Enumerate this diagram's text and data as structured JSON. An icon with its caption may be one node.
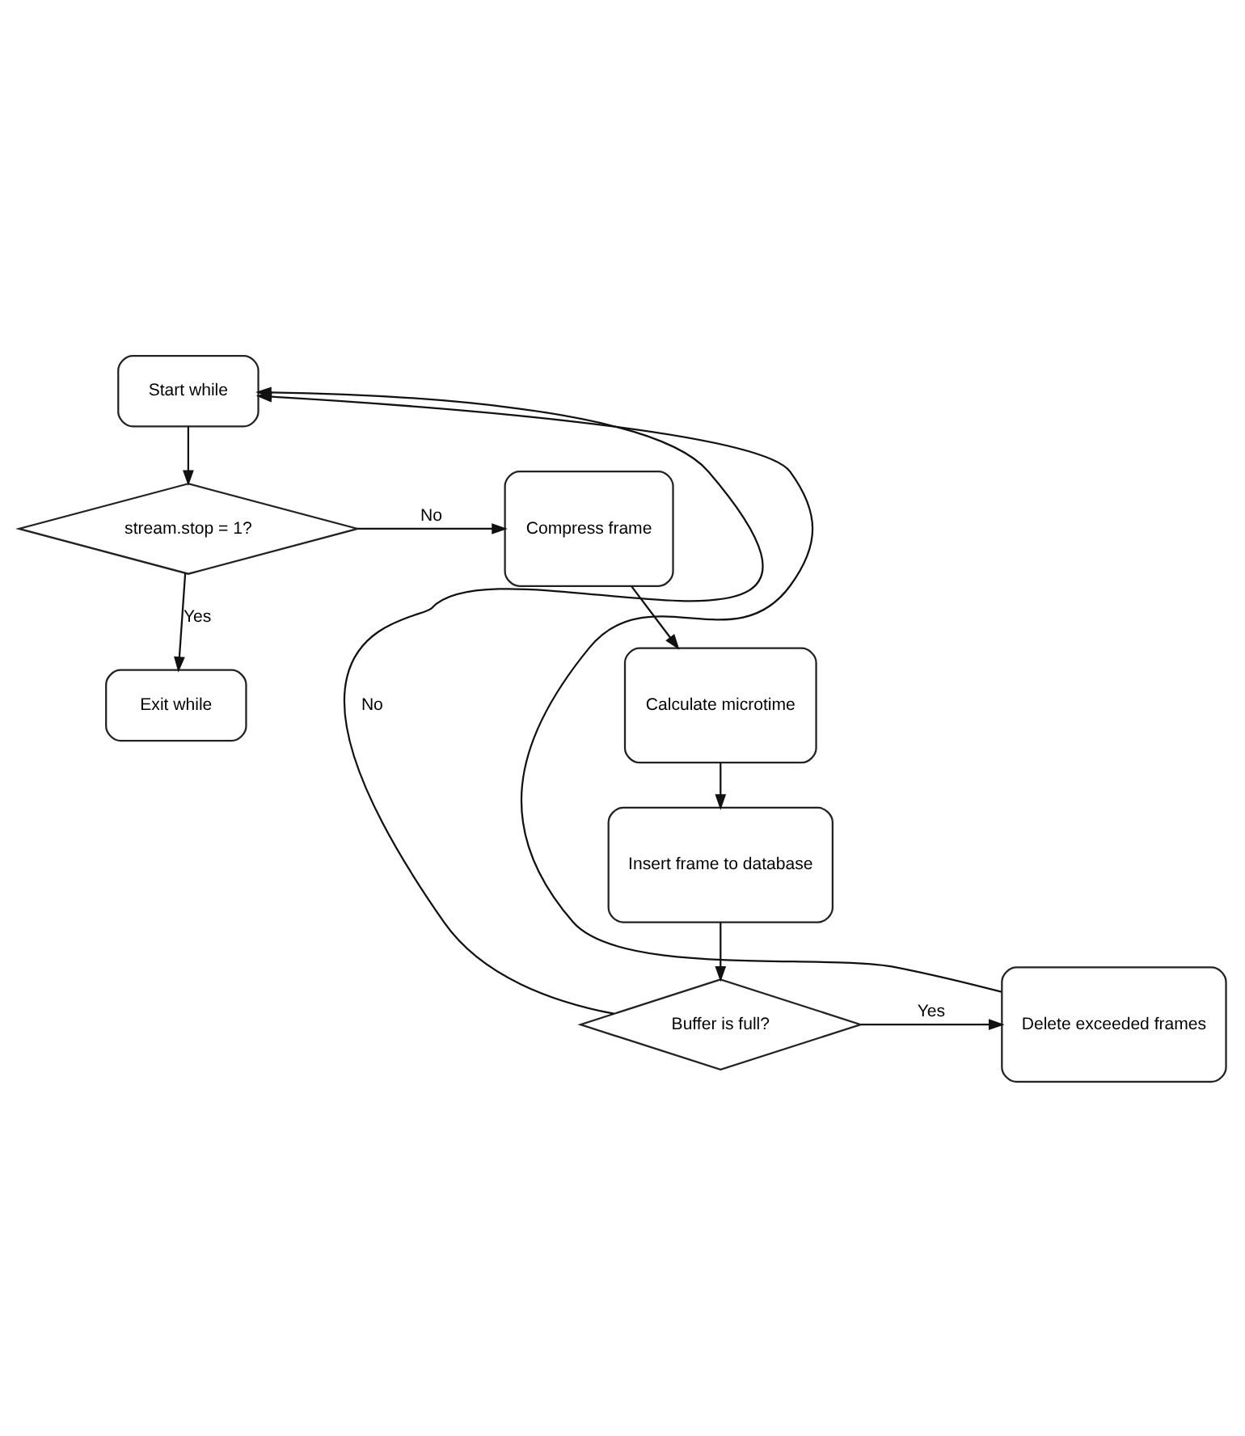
{
  "diagram": {
    "nodes": [
      {
        "text": [
          "Start while"
        ]
      },
      {
        "text": [
          "stream.stop = 1?"
        ]
      },
      {
        "text": [
          "Compress frame"
        ]
      },
      {
        "text": [
          "Calculate microtime"
        ]
      },
      {
        "text": [
          "Insert frame to database"
        ]
      },
      {
        "text": [
          "Buffer is full?"
        ]
      },
      {
        "text": [
          "Exit while"
        ]
      },
      {
        "text": [
          "Delete exceeded frames"
        ]
      }
    ],
    "edges": [
      {
        "from": 0,
        "to": 1,
        "arrow": "to"
      },
      {
        "from": 1,
        "to": 2,
        "arrow": "to",
        "label": "No"
      },
      {
        "from": 1,
        "to": 6,
        "arrow": "to",
        "label": "Yes"
      },
      {
        "from": 2,
        "to": 3,
        "arrow": "to"
      },
      {
        "from": 3,
        "to": 4,
        "arrow": "to"
      },
      {
        "from": 4,
        "to": 5,
        "arrow": "to"
      },
      {
        "from": 5,
        "to": 7,
        "arrow": "to",
        "label": "Yes"
      },
      {
        "from": 7,
        "to": 0,
        "arrow": "to"
      },
      {
        "from": 5,
        "to": 0,
        "arrow": "to",
        "label": "No"
      }
    ]
  }
}
